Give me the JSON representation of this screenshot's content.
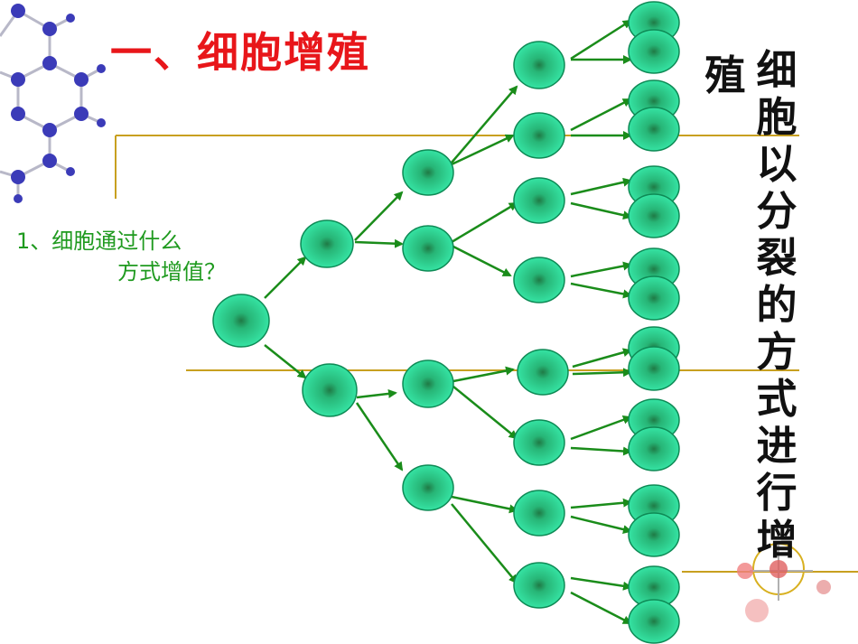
{
  "title": "一、细胞增殖",
  "question": {
    "line1": "1、细胞通过什么",
    "line2": "方式增值？"
  },
  "vertical_text": {
    "main": "细胞以分裂的方式进行增",
    "tail": "殖"
  },
  "colors": {
    "title": "#e8161a",
    "question": "#1f9a1f",
    "arrow": "#1a8c1a",
    "cell_fill": "#2fd99a",
    "cell_stroke": "#0e8a55",
    "line": "#c8a020",
    "molecule": "#3b3bb8"
  }
}
